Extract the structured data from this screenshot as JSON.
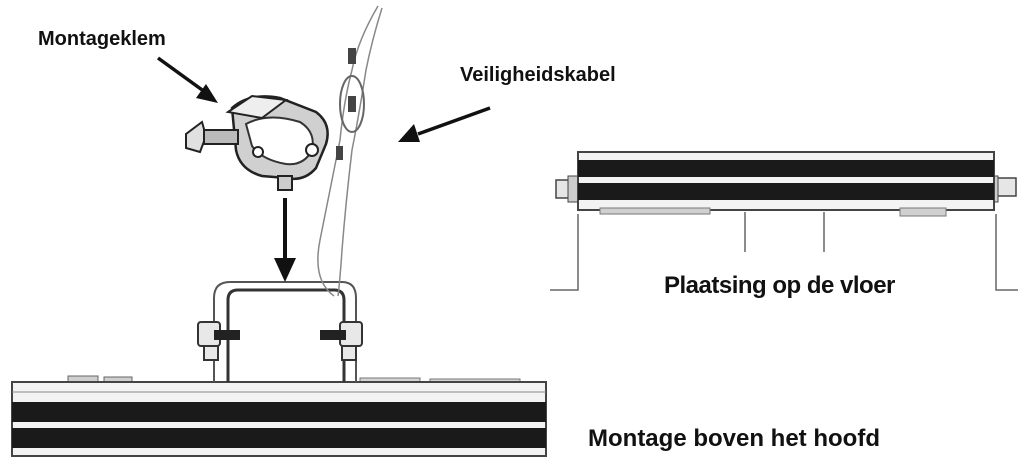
{
  "labels": {
    "clamp": "Montageklem",
    "safety_cable": "Veiligheidskabel",
    "floor_placement": "Plaatsing op de vloer",
    "overhead_mounting": "Montage boven het hoofd"
  }
}
